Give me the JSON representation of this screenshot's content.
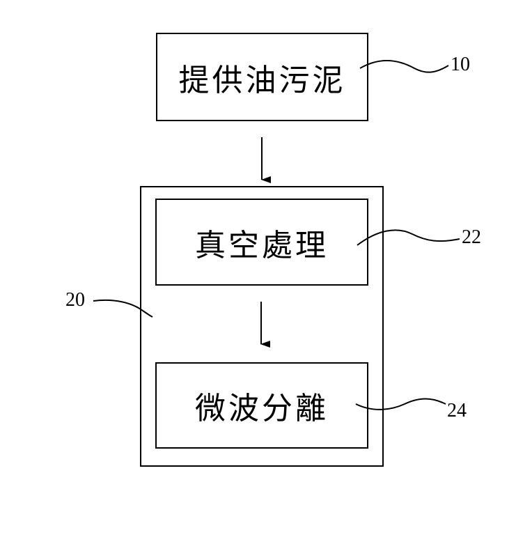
{
  "steps": {
    "provide": {
      "label": "提供油污泥",
      "ref": "10"
    },
    "group": {
      "ref": "20"
    },
    "vacuum": {
      "label": "真空處理",
      "ref": "22"
    },
    "microwave": {
      "label": "微波分離",
      "ref": "24"
    }
  }
}
